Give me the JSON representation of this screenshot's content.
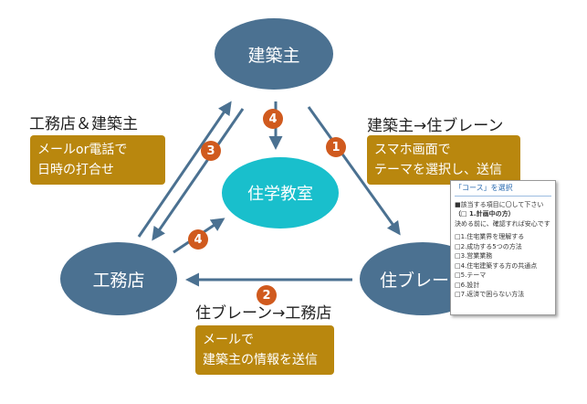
{
  "nodes": {
    "owner": "建築主",
    "contractor": "工務店",
    "sumi_brain": "住ブレーン",
    "classroom": "住学教室"
  },
  "relations": {
    "contractor_owner": {
      "label": "工務店＆建築主",
      "box_lines": [
        "メールor電話で",
        "日時の打合せ"
      ],
      "step": "3"
    },
    "owner_sumi": {
      "label": "建築主→住ブレーン",
      "box_lines": [
        "スマホ画面で",
        "テーマを選択し、送信"
      ],
      "step": "1"
    },
    "sumi_contractor": {
      "label": "住ブレーン→工務店",
      "box_lines": [
        "メールで",
        "建築主の情報を送信"
      ],
      "step": "2"
    },
    "to_classroom_from_owner": {
      "step": "4"
    },
    "to_classroom_from_contractor": {
      "step": "4"
    }
  },
  "course_panel": {
    "title": "「コース」を選択",
    "intro_lines": [
      "■該当する項目に〇して下さい",
      "（□ 1.計画中の方）",
      "決める前に、確認すれば安心です"
    ],
    "items": [
      "□1.住宅業界を理解する",
      "□2.成功する5つの方法",
      "□3.営業業務",
      "□4.住宅建築する方の共通点",
      "□5.テーマ",
      "□6.設計",
      "□7.返済で困らない方法"
    ]
  },
  "colors": {
    "node_fill": "#4b7191",
    "classroom_fill": "#19bfcc",
    "box_fill": "#b9870e",
    "badge_fill": "#d05a1e",
    "arrow": "#4b7191"
  }
}
